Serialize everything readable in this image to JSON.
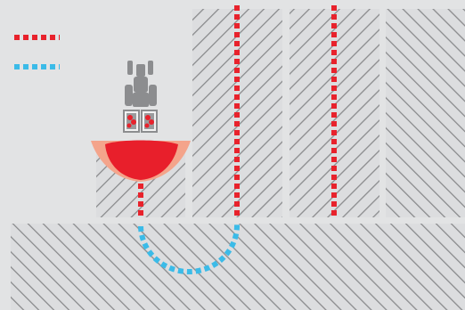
{
  "colors": {
    "background": "#e2e3e4",
    "field_fill": "#dcdddf",
    "hatch": "#8a8b8d",
    "worked_path": "#e8222c",
    "headland_turn": "#3bbbe8",
    "tractor": "#8c8d8f",
    "spreader_inner": "#e81f2b",
    "spreader_outer": "#f4a48b",
    "hopper_fill": "#9a9b9d",
    "hopper_spot": "#e8222c"
  },
  "legend": {
    "items": [
      {
        "kind": "worked_path",
        "icon": "red-dashed-line",
        "label": ""
      },
      {
        "kind": "headland_turn",
        "icon": "blue-dashed-line",
        "label": ""
      }
    ]
  },
  "tractor": {
    "icon": "tractor-top-view-icon"
  },
  "spreader": {
    "icon": "fan-spread-pattern-icon",
    "hoppers": 2
  }
}
